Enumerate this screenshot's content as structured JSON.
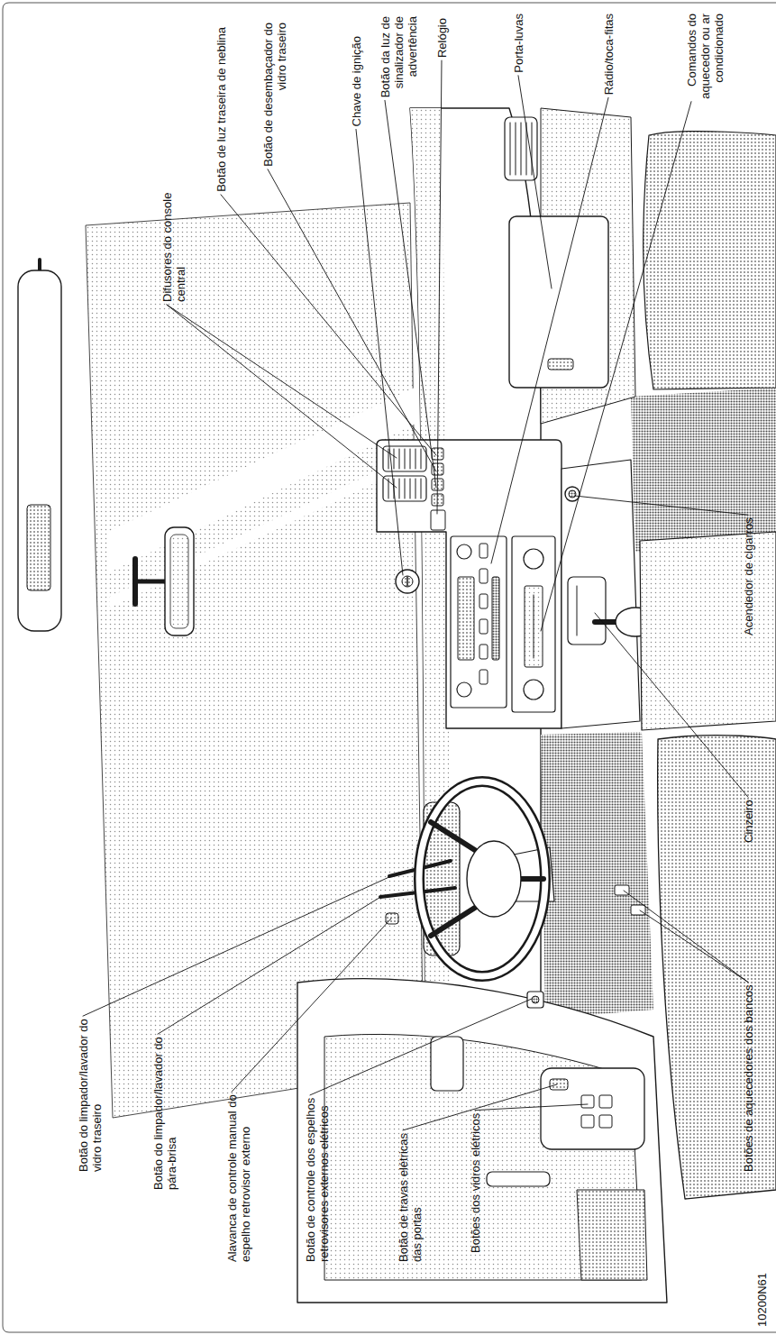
{
  "diagram": {
    "labels": [
      "Chave de ignição",
      "Botão de luz traseira de neblina",
      "Difusores do console central",
      "Botão de desembaçador do vidro traseiro",
      "Botão da luz de sinalizador de advertência",
      "Relógio",
      "Porta-luvas",
      "Rádio/toca-fitas",
      "Comandos do aquecedor ou ar condicionado",
      "Acendedor de cigarros",
      "Cinzeiro",
      "Botões de aquecedores dos bancos",
      "Botões dos vidros elétricos",
      "Botão de travas elétricas das portas",
      "Botão de controle dos espelhos retrovisores externos elétricos",
      "Alavanca de controle manual do espelho retrovisor externo",
      "Botão do limpador/lavador do pára-brisa",
      "Botão do limpador/lavador do vidro traseiro",
      "10200N61"
    ]
  }
}
